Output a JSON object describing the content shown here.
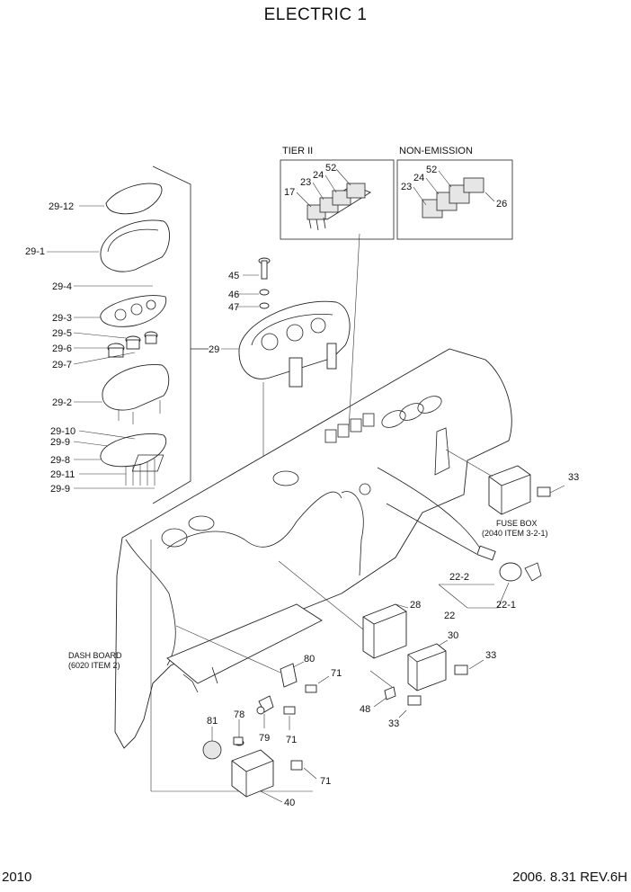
{
  "title": "ELECTRIC 1",
  "page_number": "2010",
  "revision": "2006.  8.31  REV.6H",
  "captions": {
    "tier2": "TIER II",
    "non_emission": "NON-EMISSION",
    "fuse_box": "FUSE BOX",
    "fuse_box_ref": "(2040 ITEM 3-2-1)",
    "dash_board": "DASH BOARD",
    "dash_board_ref": "(6020 ITEM 2)"
  },
  "callouts": {
    "c29_12": "29-12",
    "c29_1": "29-1",
    "c29_4": "29-4",
    "c29_3": "29-3",
    "c29_5": "29-5",
    "c29_6": "29-6",
    "c29_7": "29-7",
    "c29_2": "29-2",
    "c29_10": "29-10",
    "c29_9a": "29-9",
    "c29_8": "29-8",
    "c29_11": "29-11",
    "c29_9b": "29-9",
    "c29": "29",
    "c45": "45",
    "c46": "46",
    "c47": "47",
    "t17": "17",
    "t23": "23",
    "t24": "24",
    "t52": "52",
    "n23": "23",
    "n24": "24",
    "n52": "52",
    "n26": "26",
    "c33a": "33",
    "c22_2": "22-2",
    "c22": "22",
    "c22_1": "22-1",
    "c28": "28",
    "c30": "30",
    "c33b": "33",
    "c48": "48",
    "c33c": "33",
    "c80": "80",
    "c71a": "71",
    "c79": "79",
    "c71b": "71",
    "c81": "81",
    "c78": "78",
    "c71c": "71",
    "c40": "40"
  }
}
